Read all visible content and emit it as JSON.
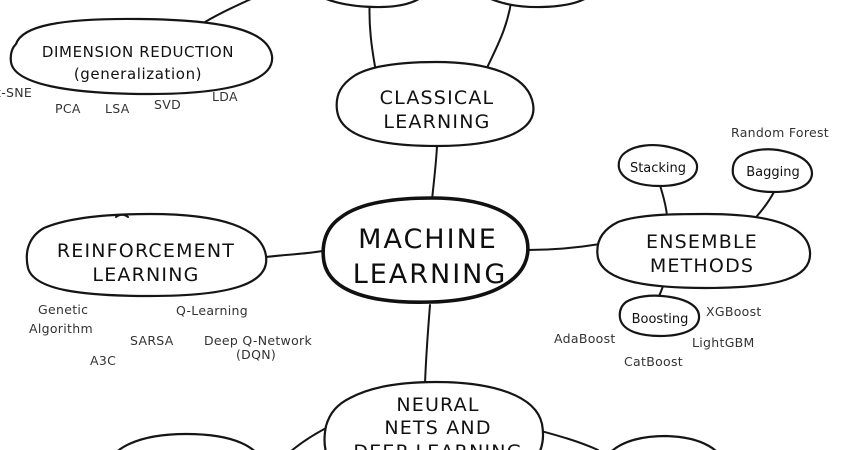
{
  "center": {
    "line1": "MACHINE",
    "line2": "LEARNING"
  },
  "classical": {
    "line1": "CLASSICAL",
    "line2": "LEARNING"
  },
  "dimension_reduction": {
    "line1": "DIMENSION REDUCTION",
    "line2": "(generalization)",
    "algorithms": [
      "t-SNE",
      "PCA",
      "LSA",
      "SVD",
      "LDA"
    ]
  },
  "reinforcement": {
    "line1": "REINFORCEMENT",
    "line2": "LEARNING",
    "algorithms": {
      "genetic_1": "Genetic",
      "genetic_2": "Algorithm",
      "q_learning": "Q-Learning",
      "sarsa": "SARSA",
      "dqn_1": "Deep Q-Network",
      "dqn_2": "(DQN)",
      "a3c": "A3C"
    }
  },
  "ensemble": {
    "line1": "ENSEMBLE",
    "line2": "METHODS",
    "stacking": "Stacking",
    "bagging": "Bagging",
    "boosting": "Boosting",
    "random_forest": "Random Forest",
    "xgboost": "XGBoost",
    "adaboost": "AdaBoost",
    "lightgbm": "LightGBM",
    "catboost": "CatBoost"
  },
  "neural": {
    "line1": "NEURAL",
    "line2": "NETS AND",
    "line3": "DEEP LEARNING"
  }
}
